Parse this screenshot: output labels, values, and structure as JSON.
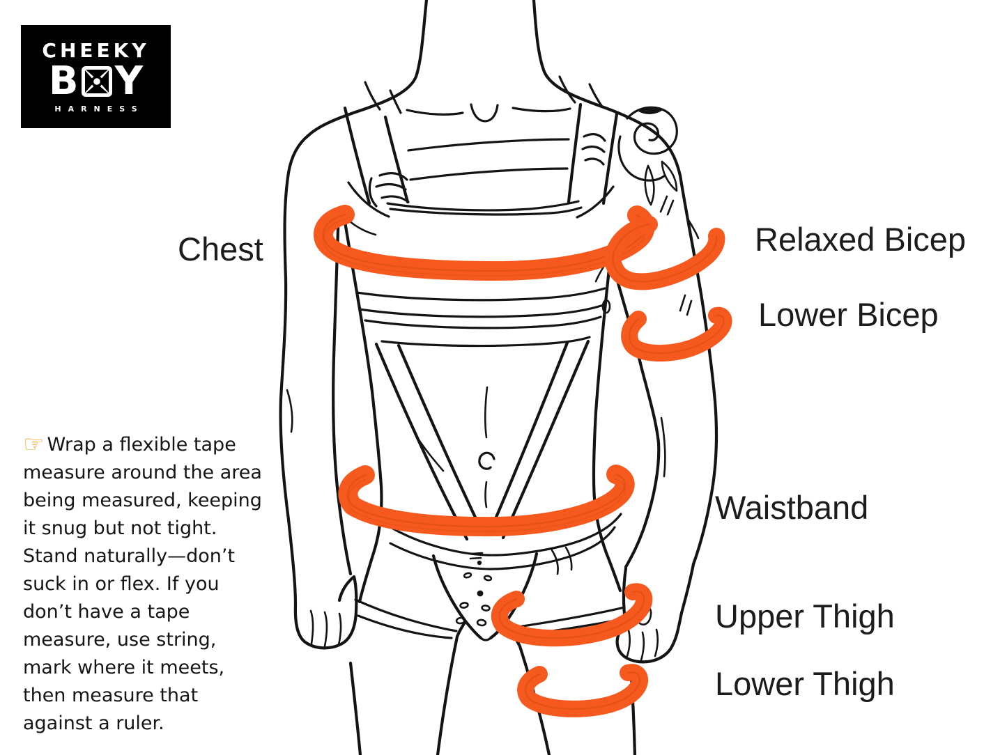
{
  "logo": {
    "line1": "CHEEKY",
    "line2_left": "B",
    "line2_right": "Y",
    "line3": "HARNESS",
    "bg_color": "#000000",
    "text_color": "#ffffff"
  },
  "figure": {
    "band_color": "#f5591e",
    "band_inner_color": "#d64a0e",
    "line_color": "#141414"
  },
  "measurements": {
    "chest": "Chest",
    "relaxed_bicep": "Relaxed Bicep",
    "lower_bicep": "Lower Bicep",
    "waistband": "Waistband",
    "upper_thigh": "Upper Thigh",
    "lower_thigh": "Lower Thigh"
  },
  "instructions": {
    "pointer_icon": "☞",
    "text": "Wrap a flexible tape\nmeasure around the area\nbeing measured, keeping\nit snug but not tight.\nStand naturally—don’t\nsuck in or flex. If you\ndon’t have a tape\nmeasure, use string,\nmark where it meets,\nthen measure that\nagainst a ruler."
  }
}
